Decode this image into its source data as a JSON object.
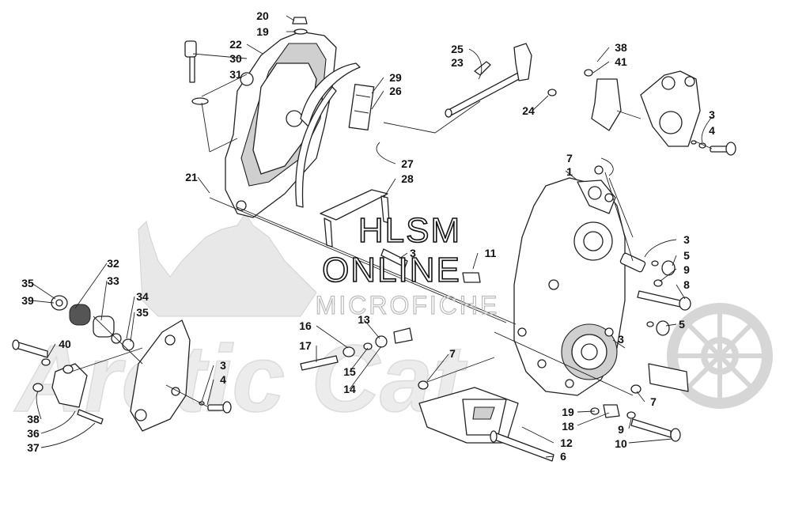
{
  "watermark": {
    "line1": "HLSM",
    "line2": "ONLINE",
    "line3": "MICROFICHE",
    "ghost_logo": "Arctic Cat"
  },
  "callouts": {
    "c20": "20",
    "c19a": "19",
    "c22": "22",
    "c30": "30",
    "c31": "31",
    "c25": "25",
    "c23": "23",
    "c24": "24",
    "c29": "29",
    "c26": "26",
    "c27": "27",
    "c28": "28",
    "c21": "21",
    "c38a": "38",
    "c41": "41",
    "c3a": "3",
    "c4a": "4",
    "c7a": "7",
    "c1": "1",
    "c3b": "3",
    "c5a": "5",
    "c9a": "9",
    "c8": "8",
    "c5b": "5",
    "c3c": "3",
    "c11": "11",
    "c3d": "3",
    "c32": "32",
    "c33": "33",
    "c35a": "35",
    "c39": "39",
    "c34": "34",
    "c35b": "35",
    "c40": "40",
    "c38b": "38",
    "c36": "36",
    "c37": "37",
    "c3e": "3",
    "c4b": "4",
    "c16": "16",
    "c17": "17",
    "c13": "13",
    "c15": "15",
    "c14": "14",
    "c7b": "7",
    "c7c": "7",
    "c19b": "19",
    "c18": "18",
    "c12": "12",
    "c6": "6",
    "c9b": "9",
    "c10": "10"
  }
}
